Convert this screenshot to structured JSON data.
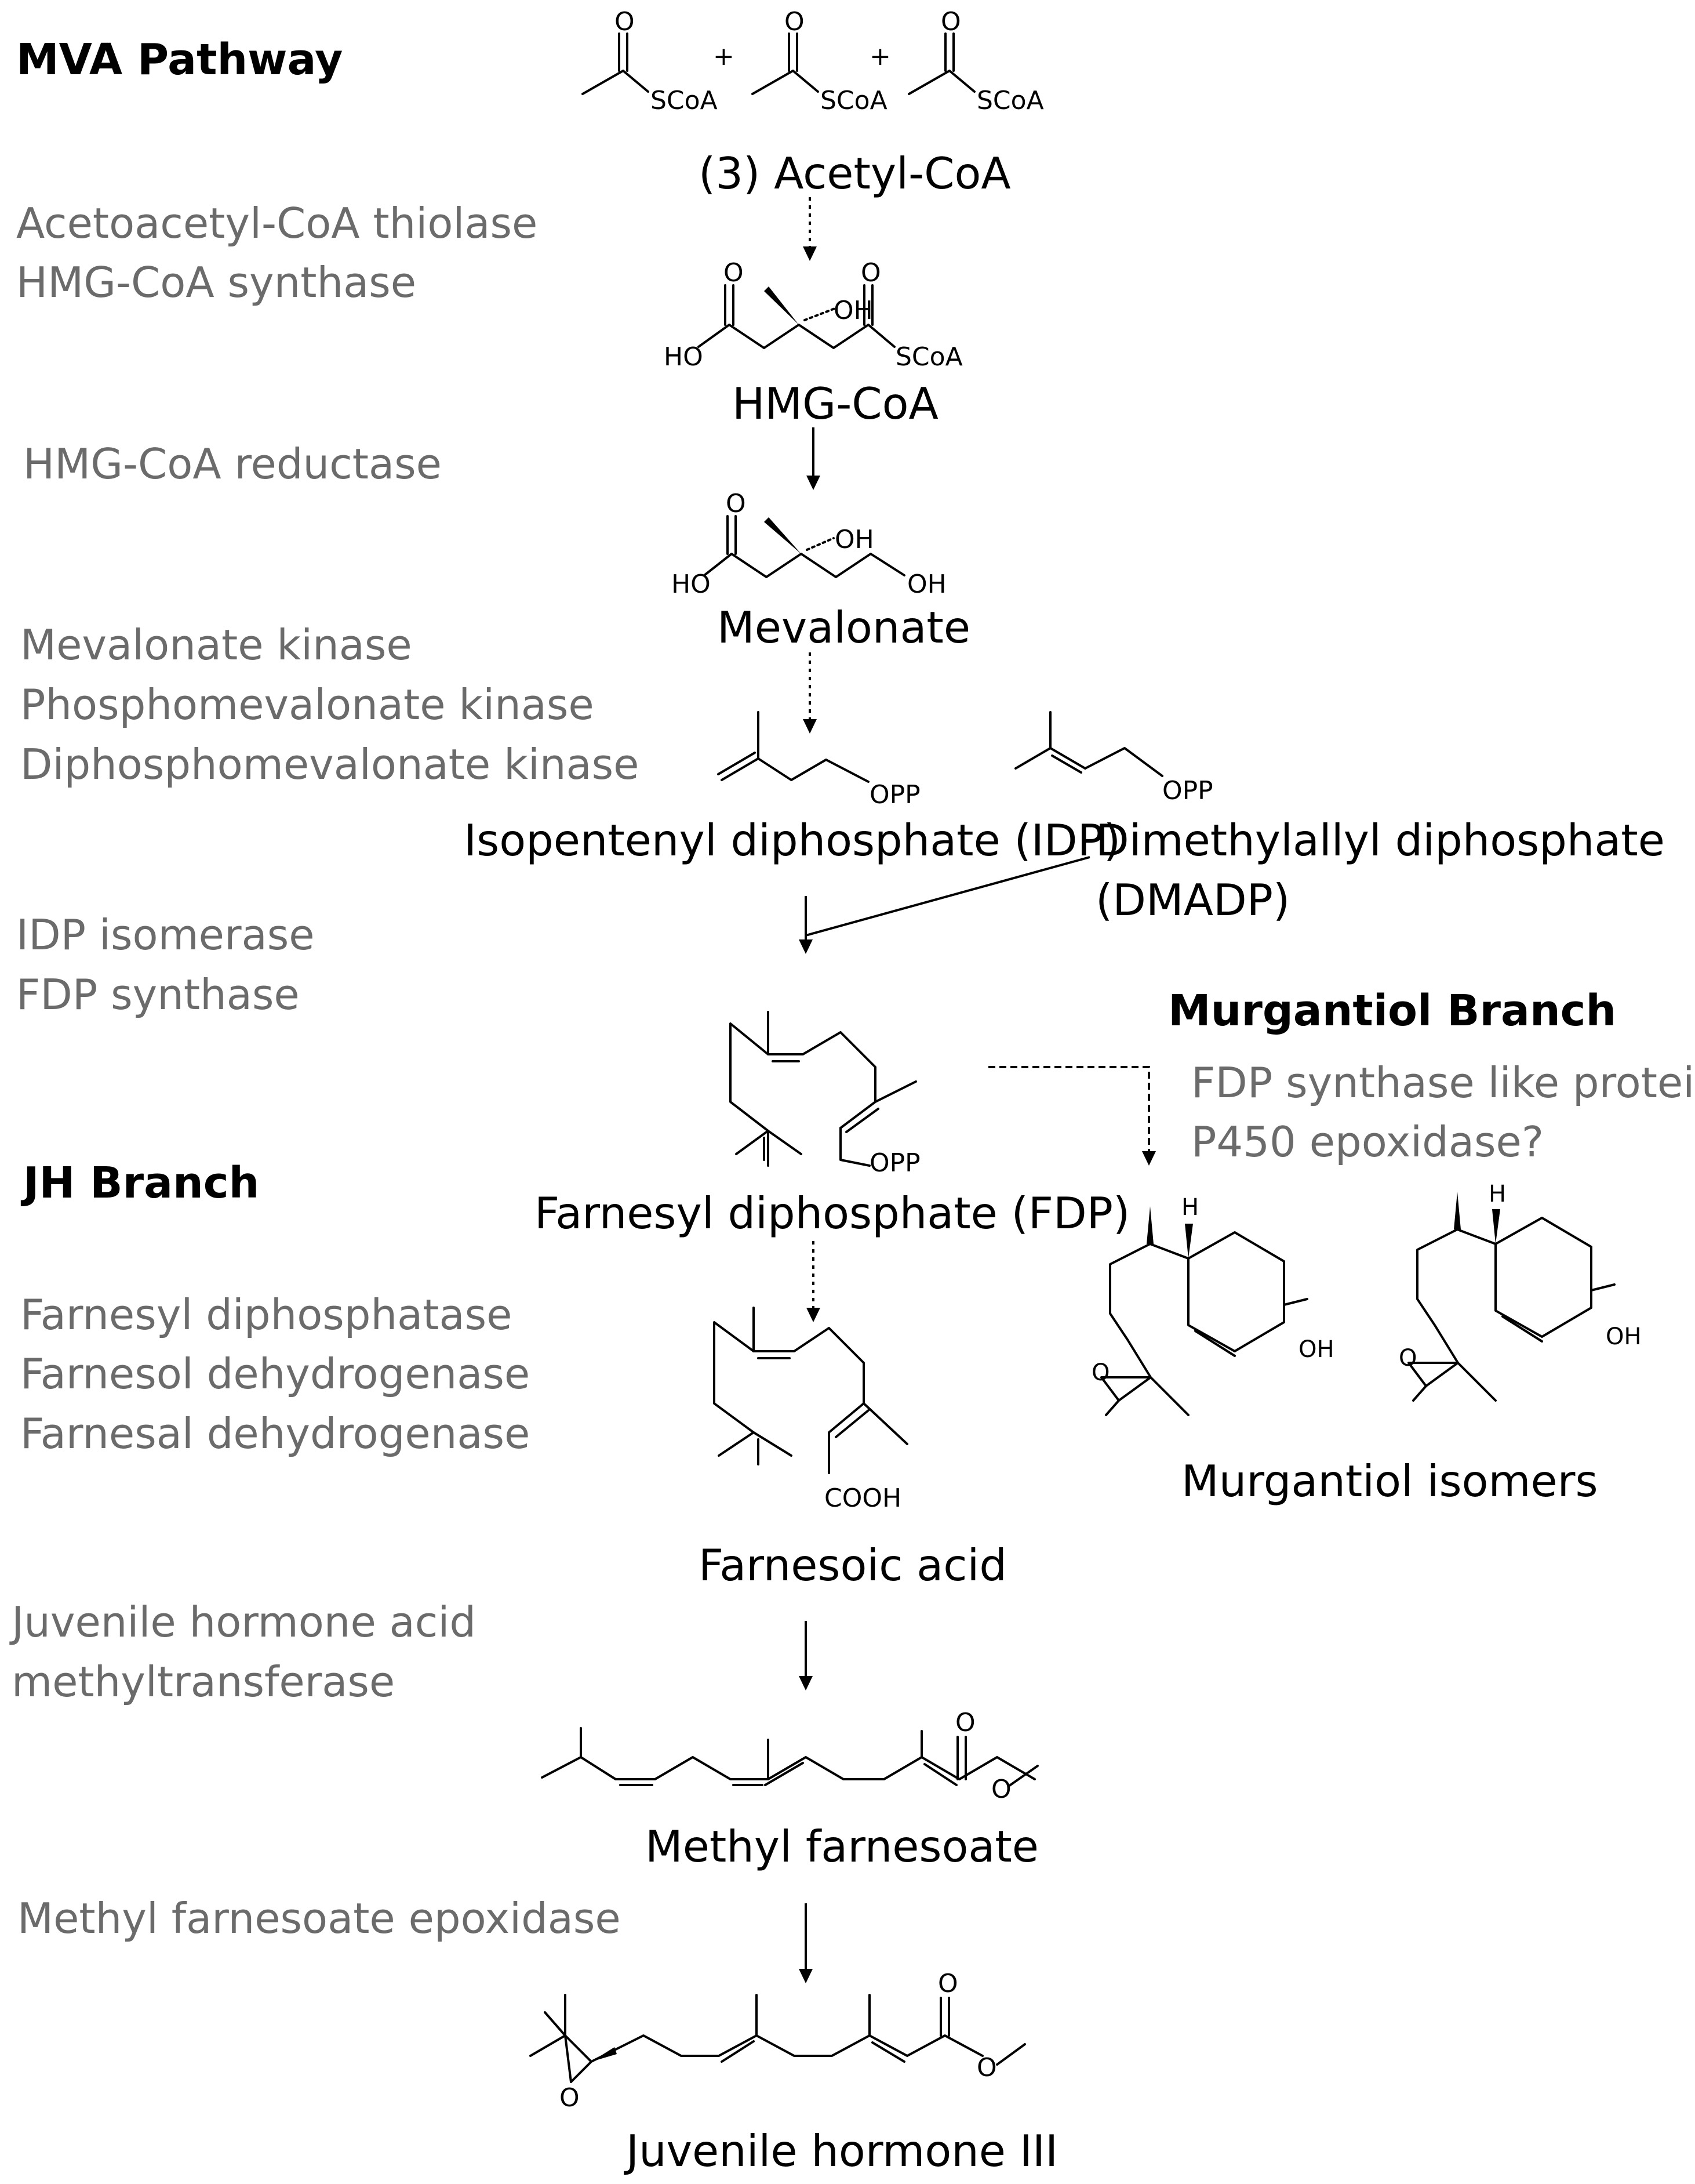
{
  "sections": {
    "mva": "MVA Pathway",
    "jh": "JH Branch",
    "murgantiol": "Murgantiol Branch"
  },
  "enzymes": {
    "thiolase": "Acetoacetyl-CoA thiolase",
    "hmg_synthase": "HMG-CoA synthase",
    "hmg_reductase": "HMG-CoA reductase",
    "mev_kinase": "Mevalonate kinase",
    "phosphomev_kinase": "Phosphomevalonate kinase",
    "diphosphomev_kinase": "Diphosphomevalonate kinase",
    "idp_isomerase": "IDP isomerase",
    "fdp_synthase": "FDP synthase",
    "farnesyl_diphosphatase": "Farnesyl diphosphatase",
    "farnesol_dh": "Farnesol dehydrogenase",
    "farnesal_dh": "Farnesal dehydrogenase",
    "jhamt_1": "Juvenile hormone acid",
    "jhamt_2": "methyltransferase",
    "mf_epoxidase": "Methyl farnesoate epoxidase",
    "fdps_like": "FDP synthase like protein?",
    "p450": "P450 epoxidase?"
  },
  "compounds": {
    "acetyl_coa": "(3) Acetyl-CoA",
    "hmg_coa": "HMG-CoA",
    "mevalonate": "Mevalonate",
    "idp": "Isopentenyl diphosphate (IDP)",
    "dmadp_1": "Dimethylallyl diphosphate",
    "dmadp_2": "(DMADP)",
    "fdp": "Farnesyl diphosphate (FDP)",
    "farnesoic_acid": "Farnesoic acid",
    "methyl_farnesoate": "Methyl farnesoate",
    "jh3": "Juvenile hormone III",
    "murgantiol_isomers": "Murgantiol isomers"
  },
  "atoms": {
    "O": "O",
    "SCoA": "SCoA",
    "plus": "+",
    "OH": "OH",
    "HO": "HO",
    "OPP": "OPP",
    "COOH": "COOH",
    "H": "H"
  }
}
